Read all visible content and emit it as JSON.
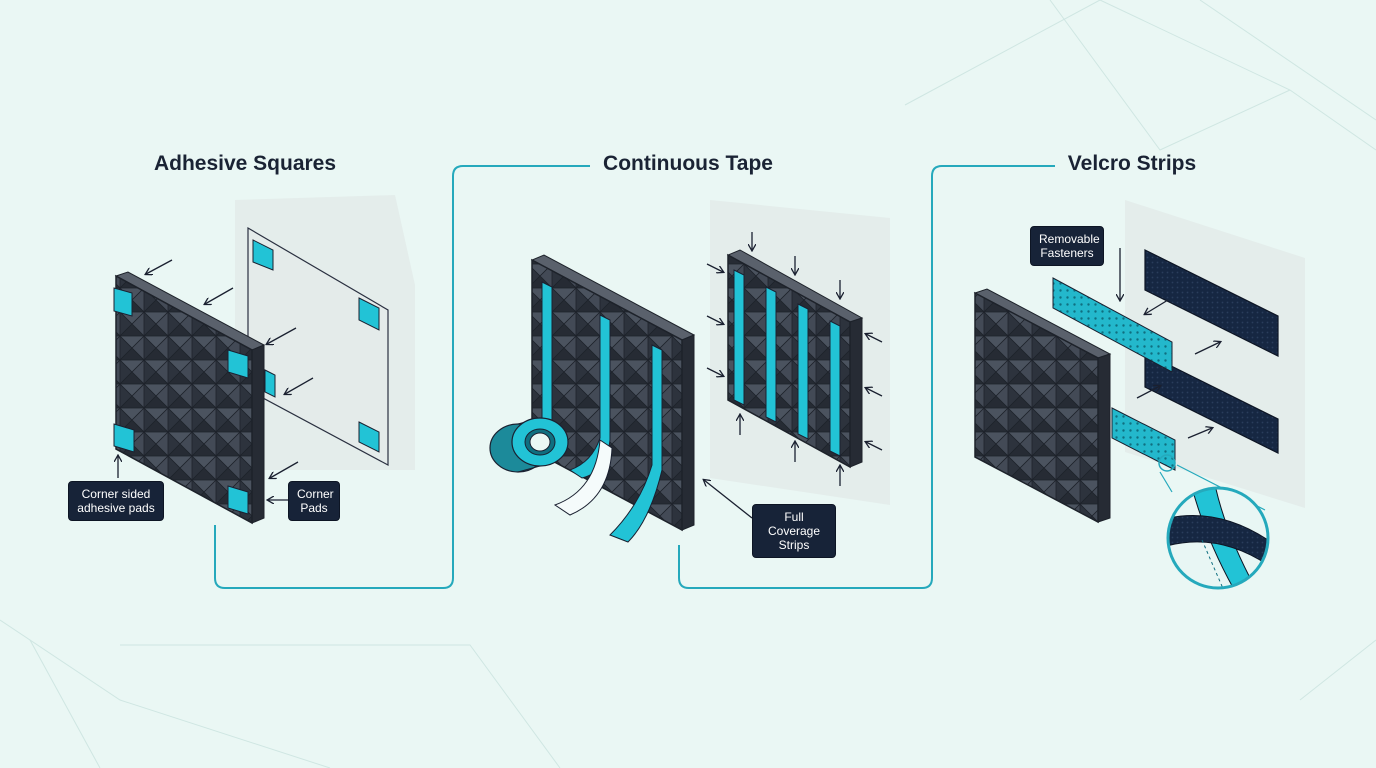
{
  "colors": {
    "background": "#eaf7f4",
    "connector": "#25a9bc",
    "panel": "#3c434f",
    "accent": "#22c3d6",
    "callout_bg": "#172338",
    "velcro": "#152640"
  },
  "sections": [
    {
      "title": "Adhesive Squares",
      "callouts": [
        "Corner sided adhesive pads",
        "Corner Pads"
      ]
    },
    {
      "title": "Continuous Tape",
      "callouts": [
        "Full Coverage Strips"
      ]
    },
    {
      "title": "Velcro Strips",
      "callouts": [
        "Removable Fasteners"
      ]
    }
  ]
}
